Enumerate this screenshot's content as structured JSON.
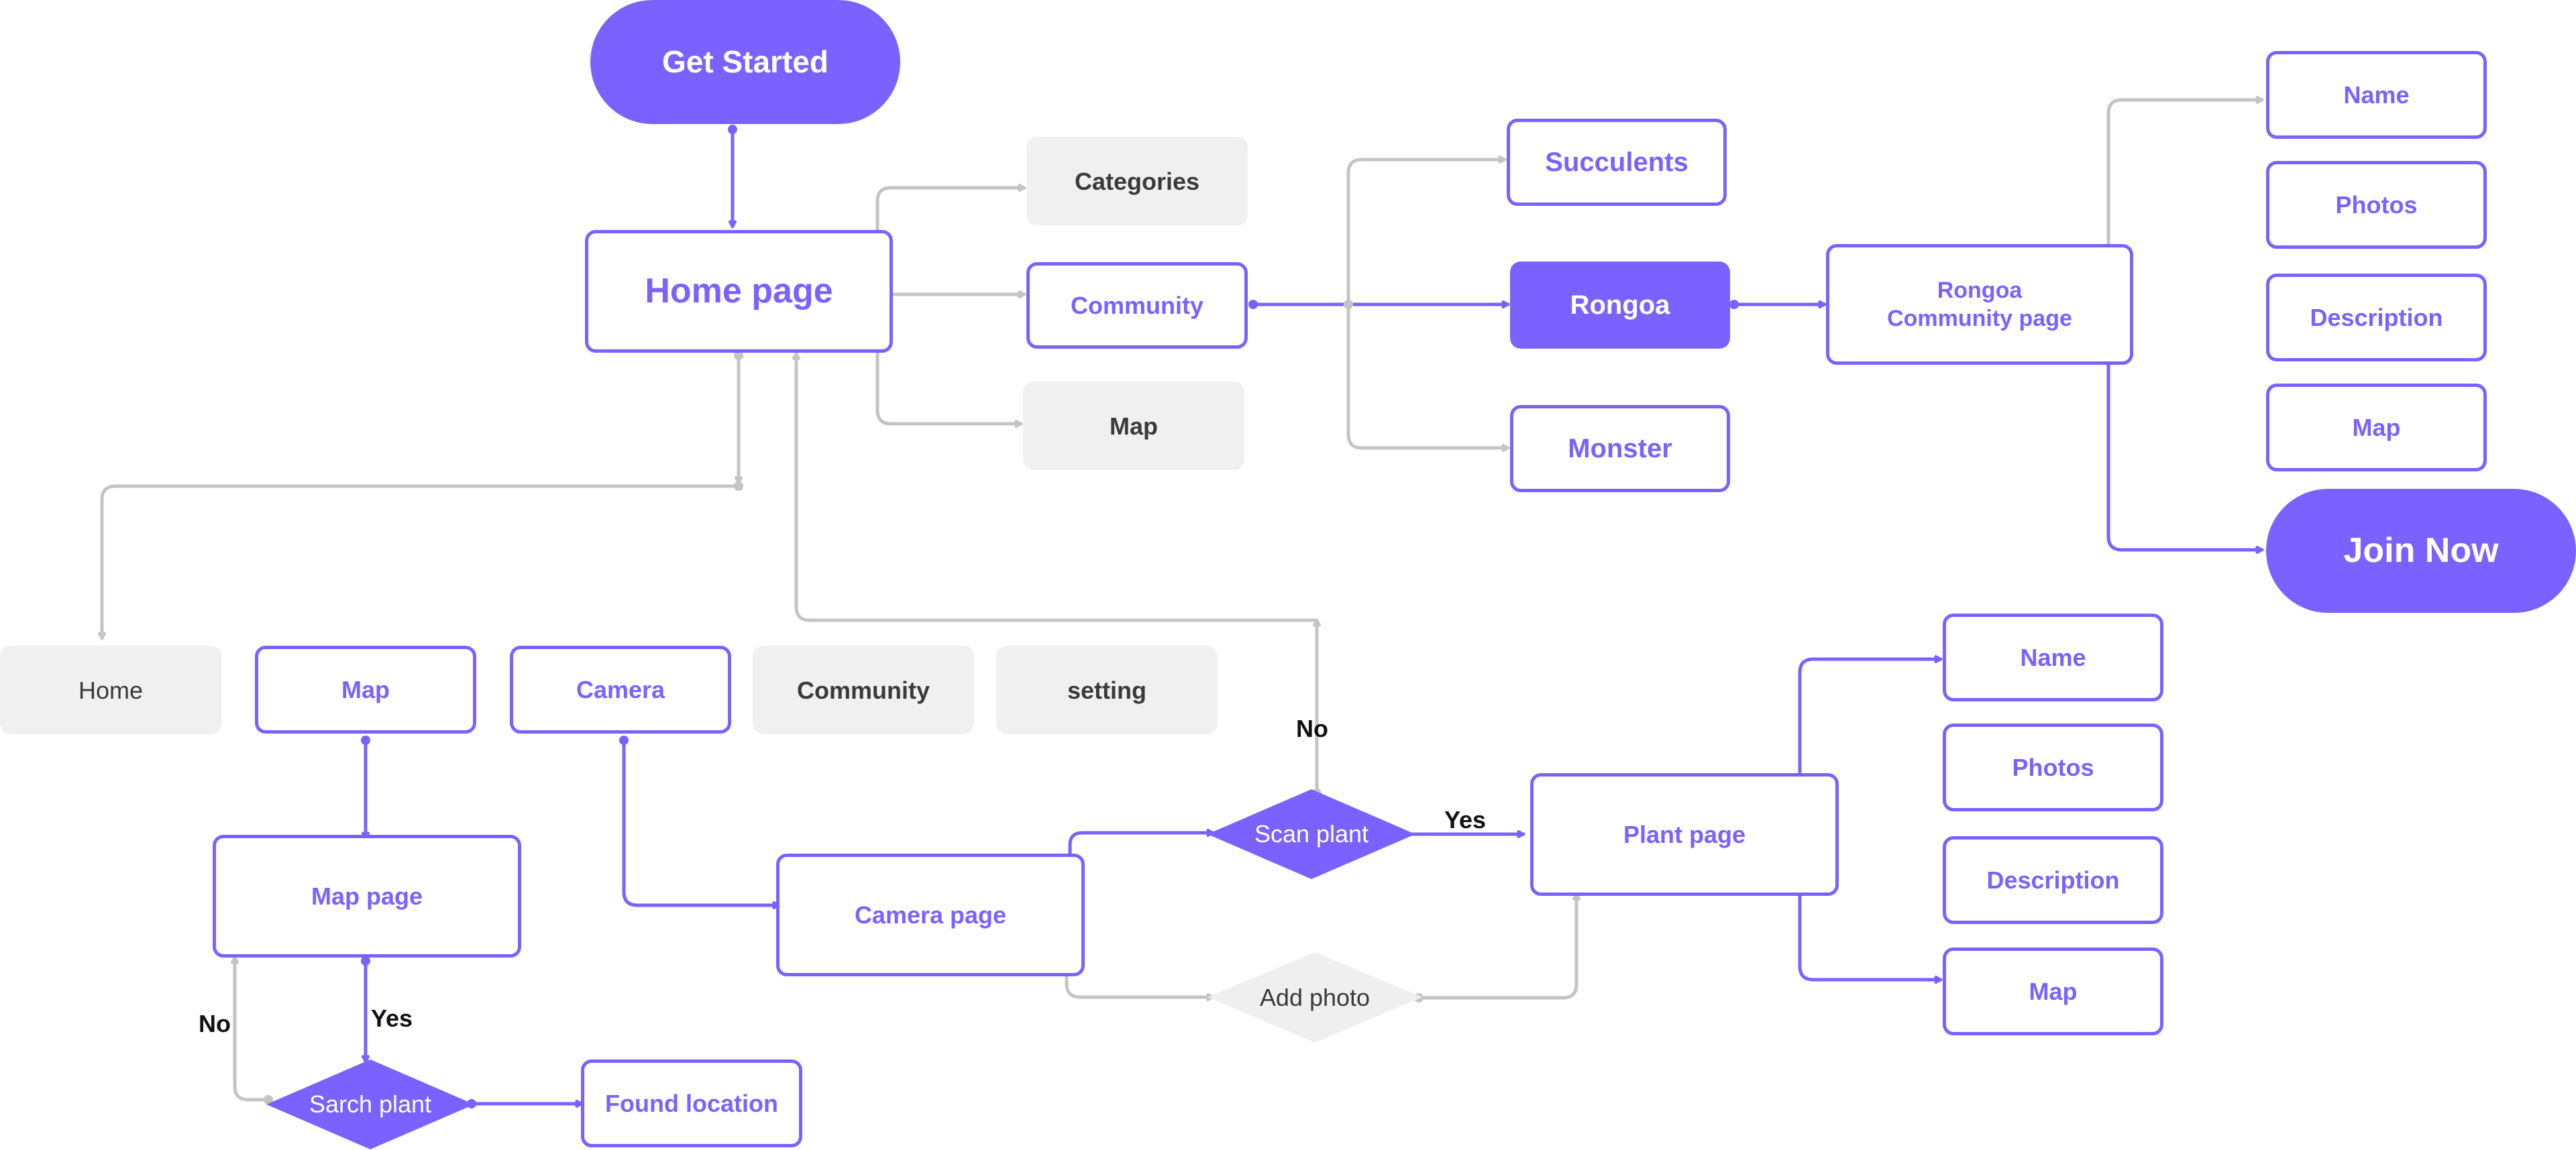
{
  "colors": {
    "accent": "#7b61ff",
    "connector_gray": "#c4c4c4",
    "gray_fill": "#f0f0f0",
    "gray_text": "#3a3a3a"
  },
  "nodes": {
    "get_started": "Get Started",
    "home_page": "Home page",
    "categories": "Categories",
    "community": "Community",
    "map": "Map",
    "succulents": "Succulents",
    "rongoa": "Rongoa",
    "monster": "Monster",
    "rongoa_community_page": [
      "Rongoa",
      "Community page"
    ],
    "community_name": "Name",
    "community_photos": "Photos",
    "community_description": "Description",
    "community_map": "Map",
    "join_now": "Join Now",
    "nav_home": "Home",
    "nav_map": "Map",
    "nav_camera": "Camera",
    "nav_community": "Community",
    "nav_setting": "setting",
    "map_page": "Map page",
    "camera_page": "Camera page",
    "scan_plant": "Scan plant",
    "add_photo": "Add photo",
    "plant_page": "Plant page",
    "plant_name": "Name",
    "plant_photos": "Photos",
    "plant_description": "Description",
    "plant_map": "Map",
    "sarch_plant": "Sarch plant",
    "found_location": "Found location"
  },
  "edge_labels": {
    "scan_no": "No",
    "scan_yes": "Yes",
    "search_yes": "Yes",
    "search_no": "No"
  }
}
